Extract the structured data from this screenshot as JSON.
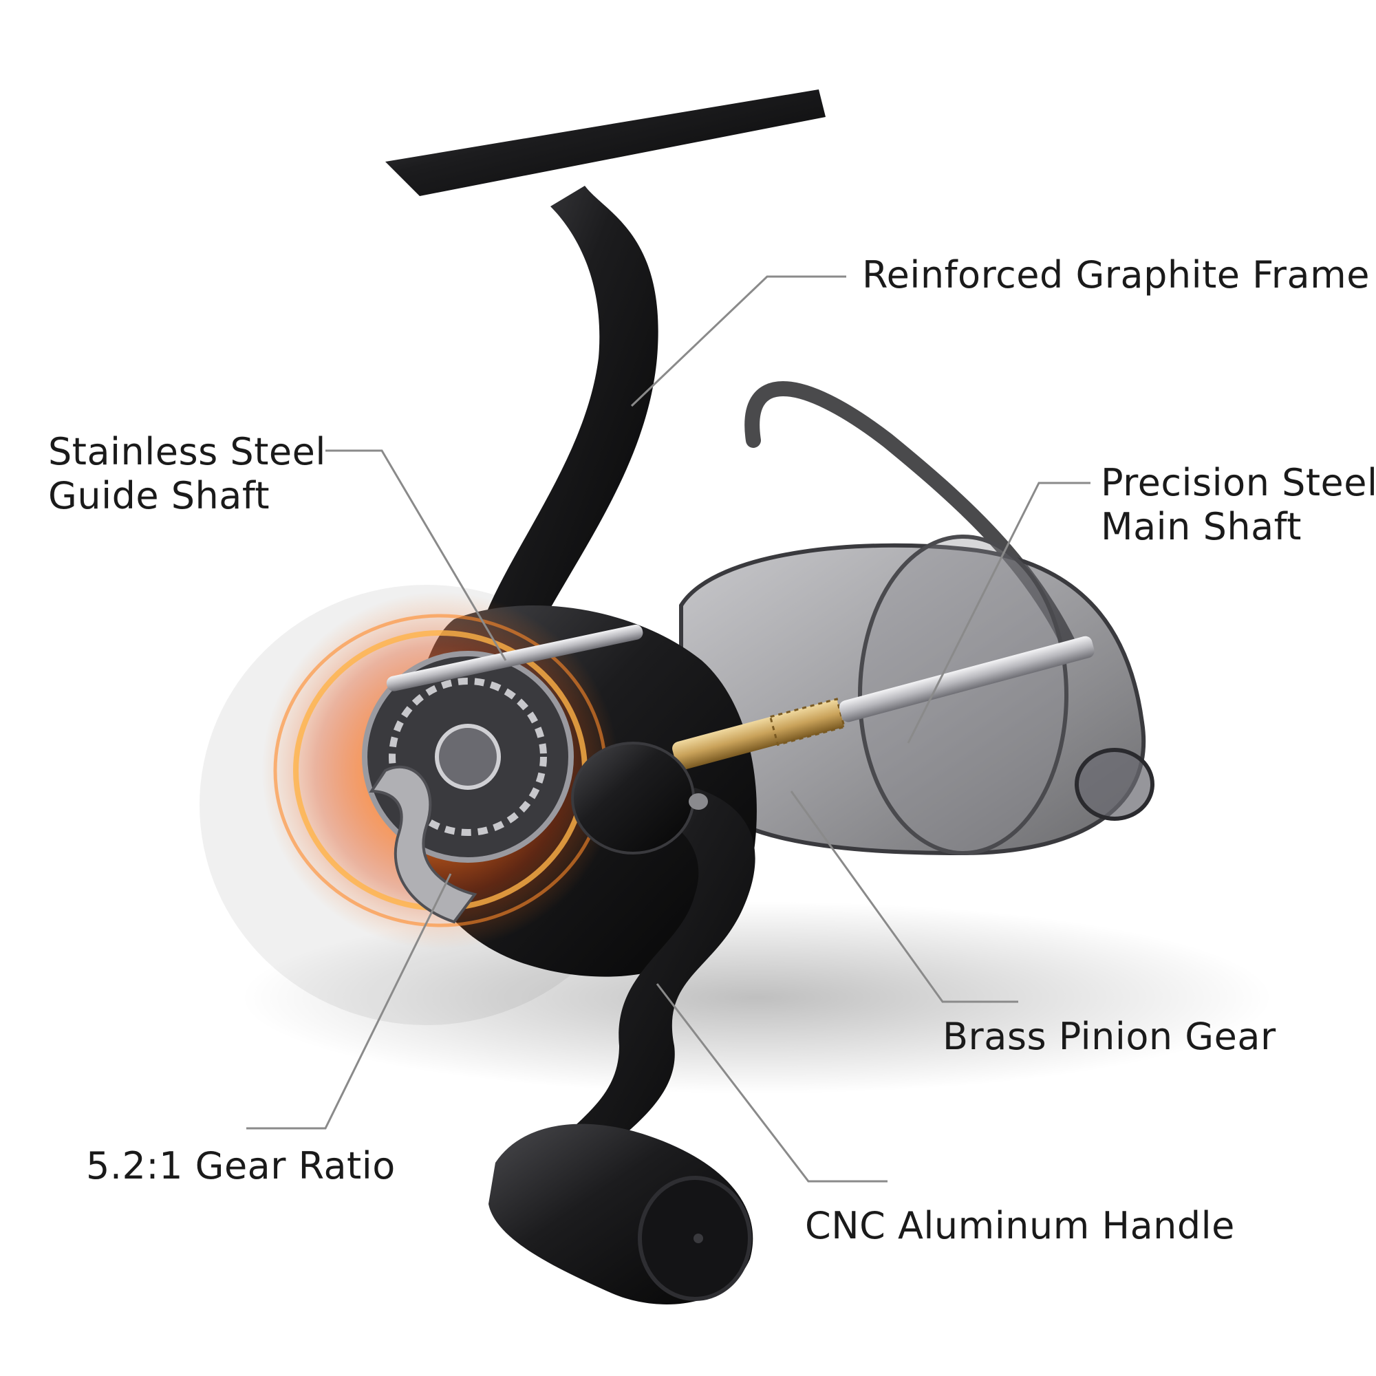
{
  "colors": {
    "background": "#ffffff",
    "text": "#1a1a1a",
    "leader_line": "#8a8a8a",
    "reel_body": "#1c1c1e",
    "glow_orange": "#ff7a1a",
    "brass": "#c9a25a",
    "steel": "#c8c8cc"
  },
  "callouts": {
    "frame": {
      "lines": [
        "Reinforced Graphite Frame"
      ]
    },
    "guide_shaft": {
      "lines": [
        "Stainless Steel",
        "Guide Shaft"
      ]
    },
    "main_shaft": {
      "lines": [
        "Precision Steel",
        "Main Shaft"
      ]
    },
    "pinion_gear": {
      "lines": [
        "Brass Pinion Gear"
      ]
    },
    "gear_ratio": {
      "lines": [
        "5.2:1 Gear Ratio"
      ]
    },
    "handle": {
      "lines": [
        "CNC Aluminum Handle"
      ]
    }
  },
  "product_image": {
    "subject": "spinning fishing reel cutaway",
    "icon": "fishing-reel-icon"
  }
}
